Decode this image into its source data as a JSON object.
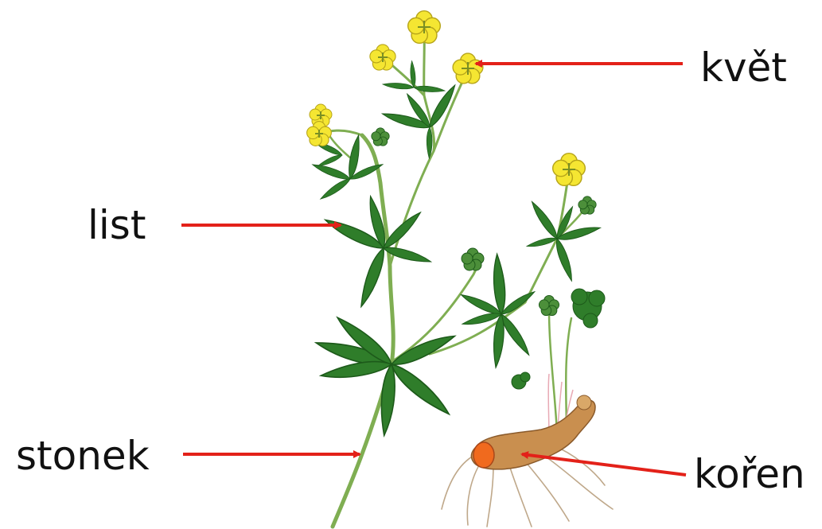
{
  "labels": {
    "flower": "květ",
    "leaf": "list",
    "stem": "stonek",
    "root": "kořen"
  },
  "colors": {
    "arrow": "#e32119",
    "leaf": "#2f7d2a",
    "leaf_dark": "#1d5a1a",
    "stem": "#7fae52",
    "petal": "#f5e632",
    "root": "#c98f4f"
  }
}
